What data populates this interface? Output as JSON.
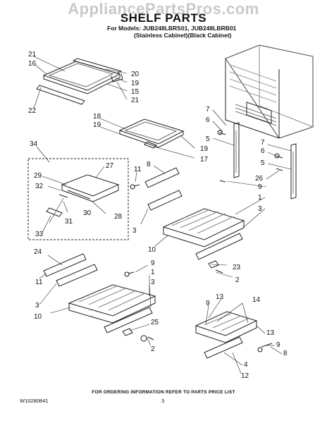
{
  "watermark": "AppliancePartsPros.com",
  "title": "SHELF PARTS",
  "models_line1": "For Models: JUB248LBRS01, JUB248LBRB01",
  "models_line2": "(Stainless Cabinet)(Black Cabinet)",
  "footer_note": "FOR ORDERING INFORMATION REFER TO PARTS PRICE LIST",
  "doc_number": "W10280841",
  "page_number": "3",
  "callouts": {
    "c21a": "21",
    "c16": "16",
    "c20": "20",
    "c19a": "19",
    "c15": "15",
    "c21b": "21",
    "c22": "22",
    "c18": "18",
    "c19b": "19",
    "c19c": "19",
    "c17": "17",
    "c7a": "7",
    "c6a": "6",
    "c5a": "5",
    "c7b": "7",
    "c6b": "6",
    "c5b": "5",
    "c26": "26",
    "c9a": "9",
    "c1a": "1",
    "c3a": "3",
    "c34": "34",
    "c27": "27",
    "c29": "29",
    "c32": "32",
    "c30": "30",
    "c31": "31",
    "c28": "28",
    "c33": "33",
    "c11a": "11",
    "c8a": "8",
    "c3b": "3",
    "c10a": "10",
    "c23": "23",
    "c2a": "2",
    "c24": "24",
    "c11b": "11",
    "c3c": "3",
    "c10b": "10",
    "c9b": "9",
    "c1b": "1",
    "c3d": "3",
    "c25": "25",
    "c2b": "2",
    "c13a": "13",
    "c14": "14",
    "c9c": "9",
    "c13b": "13",
    "c9d": "9",
    "c8b": "8",
    "c4": "4",
    "c12": "12"
  }
}
